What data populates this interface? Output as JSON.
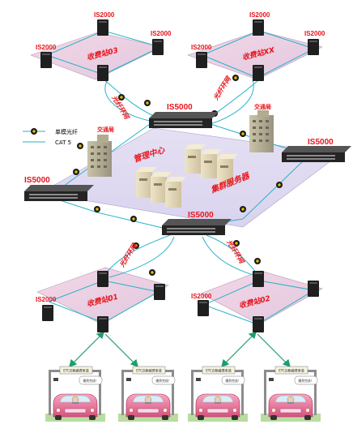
{
  "legend": {
    "fiber": "单模光纤",
    "cat5": "CAT 5"
  },
  "devices": {
    "is2000": "IS2000",
    "is5000": "IS5000"
  },
  "stations": {
    "s03": "收费站03",
    "sxx": "收费站XX",
    "s01": "收费站01",
    "s02": "收费站02"
  },
  "center": {
    "management": "管理中心",
    "cluster": "集群服务器",
    "traffic_bureau": "交通局"
  },
  "rings": {
    "label": "光纤环网"
  },
  "toll_scene": {
    "sign_text": "ETC自動繳費車道",
    "bubble_text": "繳費完成！"
  },
  "colors": {
    "plane_pink": "#f3d7e6",
    "center_plane": "#e6e0f4",
    "cat5_line": "#26b3c8",
    "label_red": "#e8141c",
    "wireless_arrow": "#1a9e6e",
    "car_pink": "#e0608a"
  }
}
